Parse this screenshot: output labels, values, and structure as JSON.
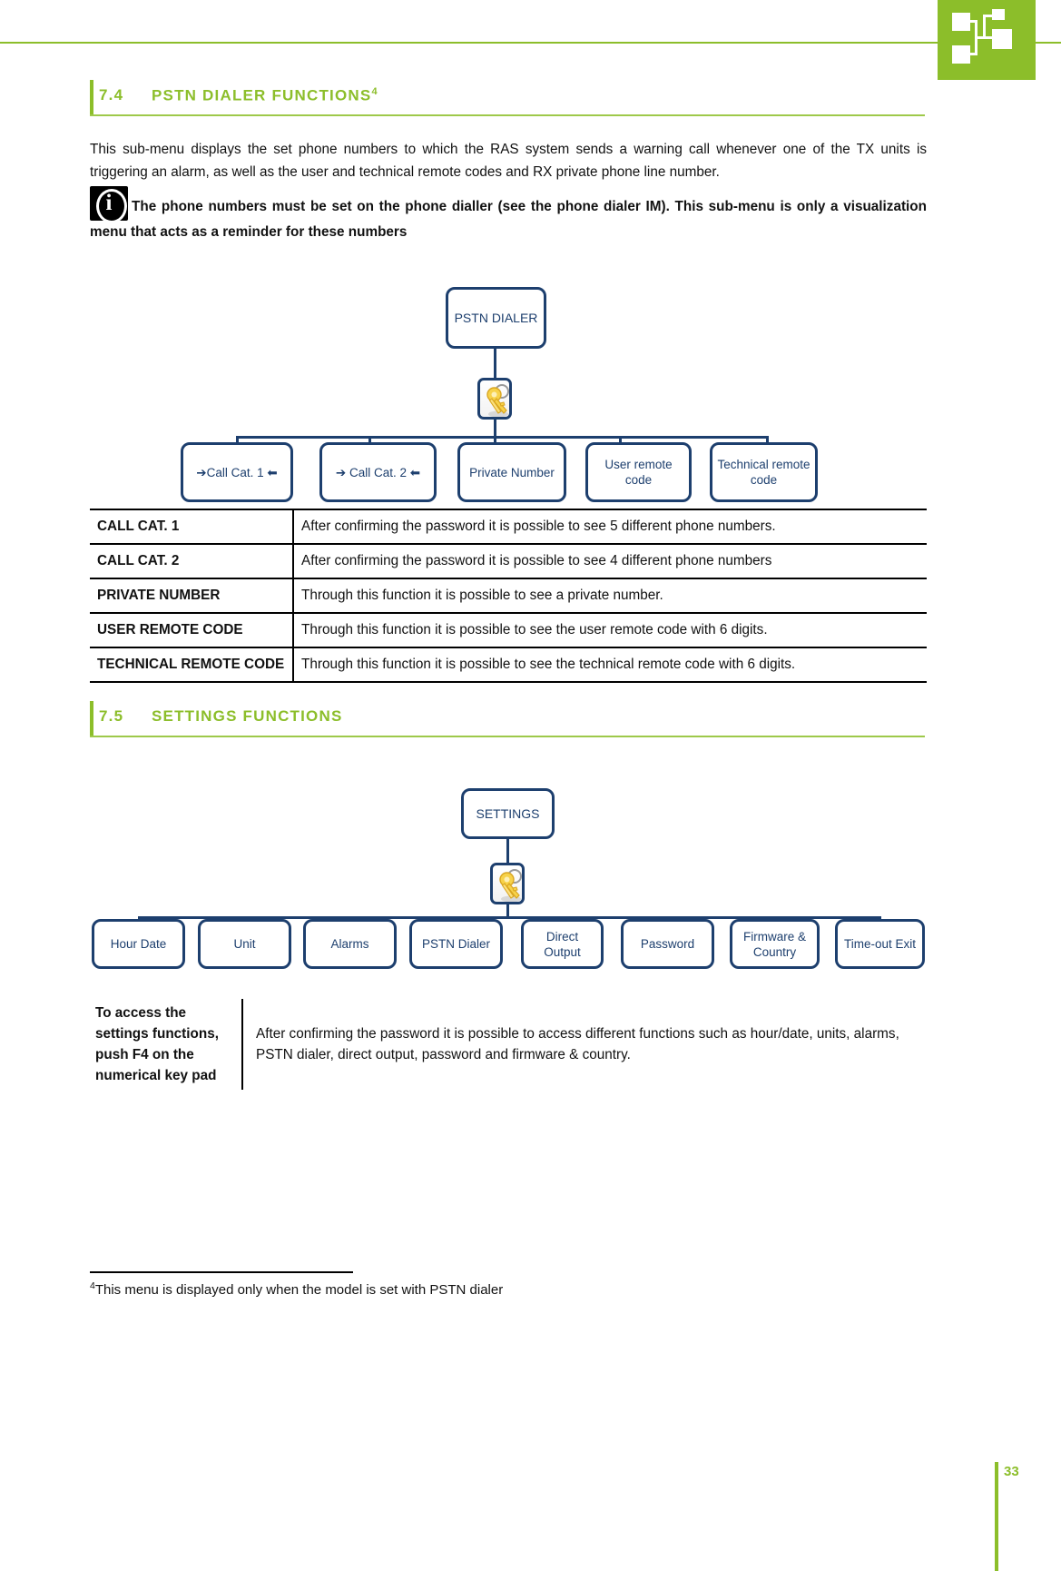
{
  "header": {
    "logo_name": "company-logo"
  },
  "sections": [
    {
      "number": "7.4",
      "title": "PSTN DIALER FUNCTIONS",
      "footnote_marker": "4"
    },
    {
      "number": "7.5",
      "title": "SETTINGS FUNCTIONS",
      "footnote_marker": ""
    }
  ],
  "intro": {
    "paragraph": "This sub-menu displays the set phone numbers to which the RAS system sends a warning call whenever one of the TX units is triggering an alarm, as well as the user and technical remote codes and RX private phone line number.",
    "note_icon": "info-icon",
    "note": "The phone numbers must be set on the phone dialler (see the phone dialer IM). This sub-menu is only a visualization menu that acts as a reminder for these numbers"
  },
  "pstn_diagram": {
    "root": "PSTN DIALER",
    "key_icon": "key-icon",
    "children": [
      "➔Call Cat. 1 ⬅",
      "➔ Call Cat. 2 ⬅",
      "Private\nNumber",
      "User remote\ncode",
      "Technical\nremote code"
    ],
    "children_flat": [
      "➔Call Cat. 1 ⬅",
      "➔ Call Cat. 2 ⬅",
      "Private Number",
      "User remote code",
      "Technical remote code"
    ]
  },
  "pstn_table": {
    "rows": [
      {
        "key": "CALL CAT. 1",
        "value": "After confirming the password it is possible to see 5 different phone numbers."
      },
      {
        "key": "CALL CAT. 2",
        "value": "After confirming the password it is possible to see 4 different phone numbers"
      },
      {
        "key": "PRIVATE NUMBER",
        "value": "Through this function it is possible to see a private number."
      },
      {
        "key": "USER REMOTE CODE",
        "value": "Through this function it is possible to see the user remote code with 6 digits."
      },
      {
        "key": "TECHNICAL REMOTE CODE",
        "value": "Through this function it is possible to see the technical remote code with 6 digits."
      }
    ]
  },
  "settings_diagram": {
    "root": "SETTINGS",
    "key_icon": "key-icon",
    "children": [
      "Hour  Date",
      "Unit",
      "Alarms",
      "PSTN Dialer",
      "Direct Output",
      "Password",
      "Firmware & Country",
      "Time-out Exit"
    ]
  },
  "settings_note": {
    "label": "To access the settings functions, push F4 on the numerical key pad",
    "value": "After confirming the password it is possible to access different functions such as hour/date, units, alarms, PSTN dialer, direct output, password and firmware & country."
  },
  "footnote": {
    "marker": "4",
    "text": "This menu is displayed only when the model is set with PSTN dialer"
  },
  "footer": {
    "page_number": "33"
  },
  "colors": {
    "accent_green": "#8cbe2a",
    "diagram_blue": "#1d3f6e",
    "key_gold": "#f5c63c"
  }
}
